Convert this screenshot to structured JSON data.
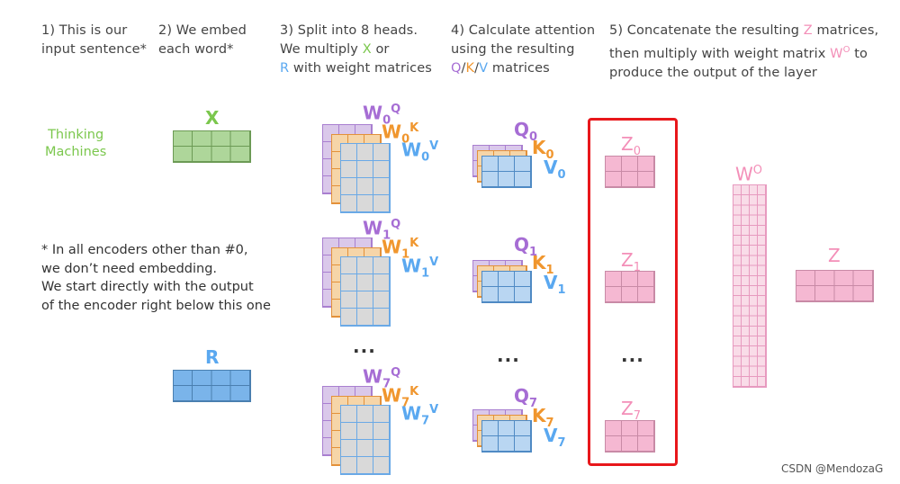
{
  "steps": {
    "s1": [
      "1) This is our",
      "input sentence*"
    ],
    "s2": [
      "2) We embed",
      "each word*"
    ],
    "s3": {
      "l1": "3) Split into 8 heads.",
      "l2a": "We multiply ",
      "l2x": "X",
      "l2b": " or",
      "l3r": "R",
      "l3b": " with weight matrices"
    },
    "s4": {
      "l1": "4) Calculate attention",
      "l2": "using the resulting",
      "q": "Q",
      "sep1": "/",
      "k": "K",
      "sep2": "/",
      "v": "V",
      "l3b": " matrices"
    },
    "s5": {
      "l1a": "5) Concatenate the resulting ",
      "l1z": "Z",
      "l1b": " matrices,",
      "l2a": "then multiply with weight matrix ",
      "l2w": "W",
      "l2wsup": "O",
      "l2b": " to",
      "l3": "produce the output of the layer"
    }
  },
  "input_words": [
    "Thinking",
    "Machines"
  ],
  "labels": {
    "x": "X",
    "r": "R",
    "wo_base": "W",
    "wo_sup": "O",
    "z_out": "Z",
    "dots": "...",
    "heads": [
      {
        "w": "W",
        "sub": "0",
        "q": "Q",
        "k": "K",
        "v": "V",
        "qkv_sub": "0",
        "z_sub": "0"
      },
      {
        "w": "W",
        "sub": "1",
        "q": "Q",
        "k": "K",
        "v": "V",
        "qkv_sub": "1",
        "z_sub": "1"
      },
      {
        "w": "W",
        "sub": "7",
        "q": "Q",
        "k": "K",
        "v": "V",
        "qkv_sub": "7",
        "z_sub": "7"
      }
    ]
  },
  "note": [
    "* In all encoders other than #0,",
    "we don’t need embedding.",
    "We start directly with the output",
    "of the encoder right below this one"
  ],
  "watermark": "CSDN @MendozaG",
  "colors": {
    "x": "#7bc74d",
    "r": "#5aa8f0",
    "q": "#a66dd4",
    "k": "#f0962e",
    "v": "#5aa8f0",
    "z": "#f38fb8",
    "highlight": "#e8171b"
  }
}
